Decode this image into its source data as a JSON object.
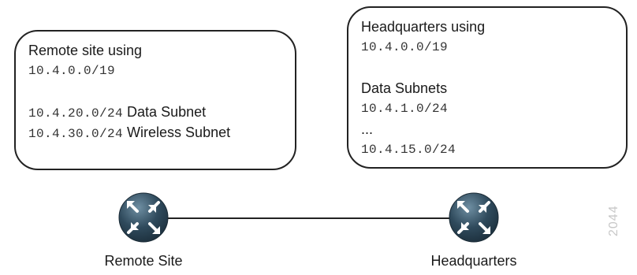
{
  "remote_box": {
    "title": "Remote site using",
    "summary_net": "10.4.0.0/19",
    "rows": [
      {
        "net": "10.4.20.0/24",
        "desc": "Data Subnet"
      },
      {
        "net": "10.4.30.0/24",
        "desc": "Wireless Subnet"
      }
    ]
  },
  "hq_box": {
    "title": "Headquarters using",
    "summary_net": "10.4.0.0/19",
    "subnets_heading": "Data Subnets",
    "first_subnet": "10.4.1.0/24",
    "ellipsis": "...",
    "last_subnet": "10.4.15.0/24"
  },
  "nodes": {
    "remote_label": "Remote Site",
    "hq_label": "Headquarters"
  },
  "watermark": "2044",
  "colors": {
    "router_body": "#2f4a5c",
    "router_highlight": "#6f8fa3",
    "arrows": "#ffffff",
    "outline": "#222222"
  },
  "icons": {
    "router": "router-icon"
  }
}
